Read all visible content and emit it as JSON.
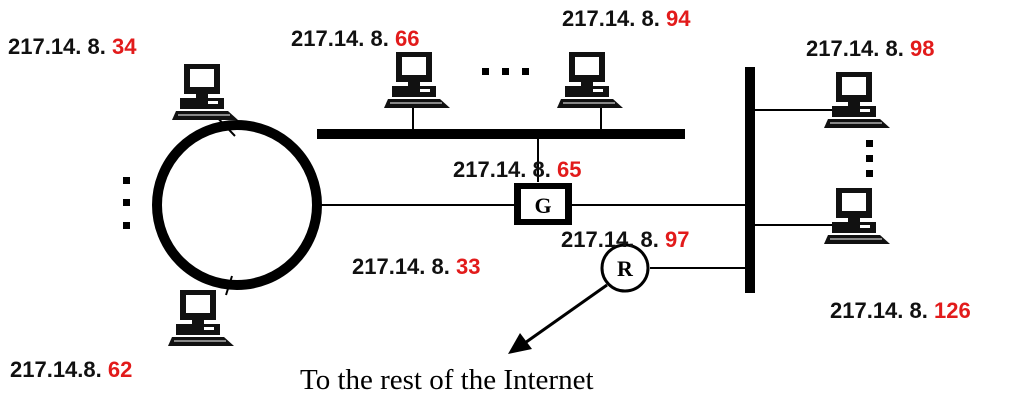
{
  "labels": {
    "h34": {
      "prefix": "217.14. 8. ",
      "suffix": "34"
    },
    "h66": {
      "prefix": "217.14. 8. ",
      "suffix": "66"
    },
    "h94": {
      "prefix": "217.14. 8. ",
      "suffix": "94"
    },
    "h98": {
      "prefix": "217.14. 8. ",
      "suffix": "98"
    },
    "h65": {
      "prefix": "217.14. 8. ",
      "suffix": "65"
    },
    "h97": {
      "prefix": "217.14. 8. ",
      "suffix": "97"
    },
    "h33": {
      "prefix": "217.14. 8. ",
      "suffix": "33"
    },
    "h126": {
      "prefix": "217.14. 8. ",
      "suffix": "126"
    },
    "h62": {
      "prefix": "217.14.8. ",
      "suffix": "62"
    }
  },
  "gateway_letter": "G",
  "router_letter": "R",
  "caption": "To the rest of the Internet",
  "colors": {
    "address_prefix": "#111111",
    "address_suffix": "#e21b1b",
    "lines": "#000000"
  }
}
